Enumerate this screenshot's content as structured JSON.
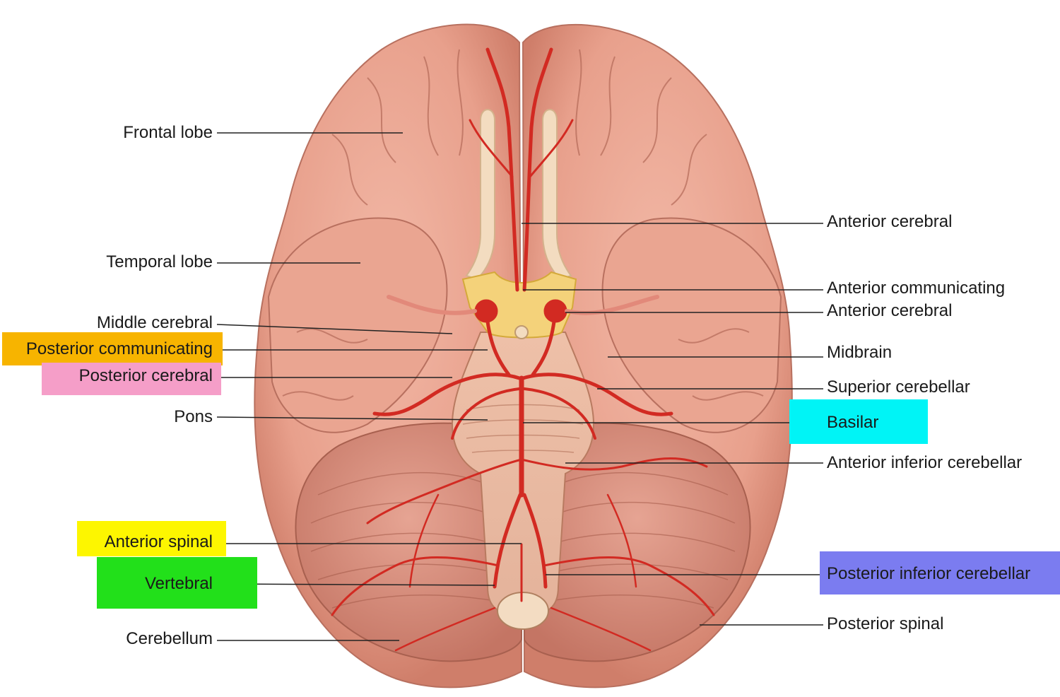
{
  "colors": {
    "background": "#ffffff",
    "brain_surface": "#e9a08d",
    "brain_shadow": "#c97563",
    "cerebellum": "#d99080",
    "artery": "#d22a22",
    "optic_nerve": "#f3dcc0",
    "optic_chiasm": "#f4d27a",
    "brainstem": "#e7b59c",
    "leader_line": "#222222"
  },
  "labels_left": [
    {
      "id": "frontal-lobe",
      "text": "Frontal lobe",
      "highlight": null
    },
    {
      "id": "temporal-lobe",
      "text": "Temporal lobe",
      "highlight": null
    },
    {
      "id": "middle-cerebral",
      "text": "Middle cerebral",
      "highlight": null
    },
    {
      "id": "posterior-communicating",
      "text": "Posterior communicating",
      "highlight": "#f7b400"
    },
    {
      "id": "posterior-cerebral",
      "text": "Posterior cerebral",
      "highlight": "#f59ec8"
    },
    {
      "id": "pons",
      "text": "Pons",
      "highlight": null
    },
    {
      "id": "anterior-spinal",
      "text": "Anterior spinal",
      "highlight": "#fdf600"
    },
    {
      "id": "vertebral",
      "text": "Vertebral",
      "highlight": "#22e01a"
    },
    {
      "id": "cerebellum",
      "text": "Cerebellum",
      "highlight": null
    }
  ],
  "labels_right": [
    {
      "id": "anterior-cerebral-1",
      "text": "Anterior cerebral",
      "highlight": null
    },
    {
      "id": "anterior-communicating",
      "text": "Anterior communicating",
      "highlight": null
    },
    {
      "id": "anterior-cerebral-2",
      "text": "Anterior cerebral",
      "highlight": null
    },
    {
      "id": "midbrain",
      "text": "Midbrain",
      "highlight": null
    },
    {
      "id": "superior-cerebellar",
      "text": "Superior cerebellar",
      "highlight": null
    },
    {
      "id": "basilar",
      "text": "Basilar",
      "highlight": "#00f4f6"
    },
    {
      "id": "anterior-inferior-cerebellar",
      "text": "Anterior inferior cerebellar",
      "highlight": null
    },
    {
      "id": "posterior-inferior-cerebellar",
      "text": "Posterior inferior cerebellar",
      "highlight": "#7b7cf0"
    },
    {
      "id": "posterior-spinal",
      "text": "Posterior spinal",
      "highlight": null
    }
  ]
}
